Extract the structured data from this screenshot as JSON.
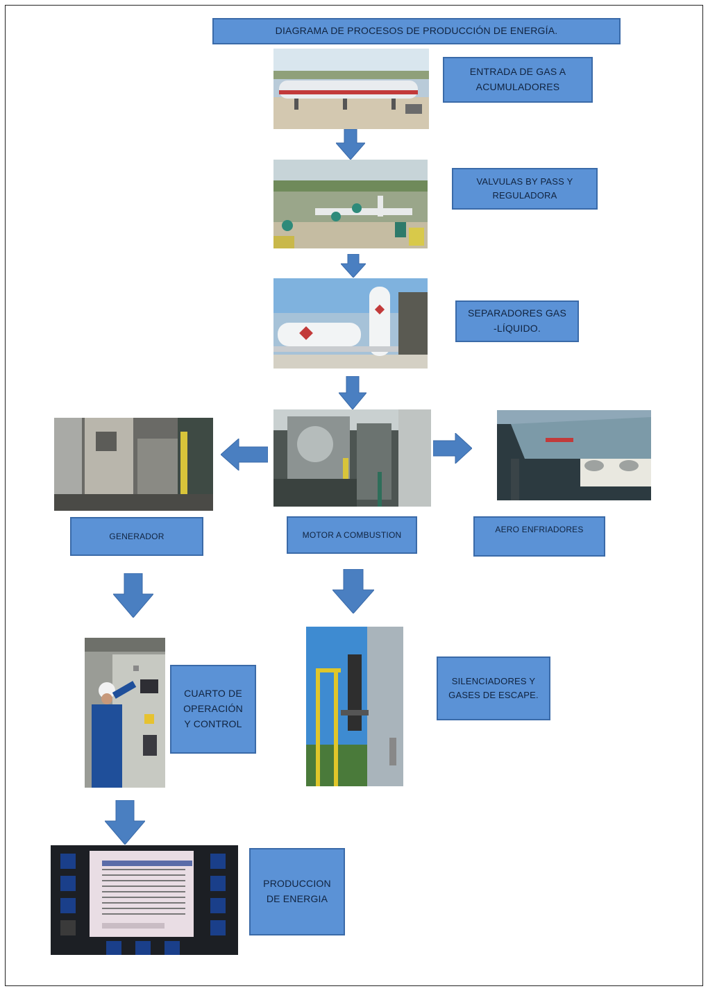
{
  "title": "DIAGRAMA DE PROCESOS DE PRODUCCIÓN  DE ENERGÍA.",
  "steps": {
    "entrada": [
      "ENTRADA  DE GAS A",
      "ACUMULADORES"
    ],
    "valvulas": [
      "VALVULAS BY PASS Y",
      "REGULADORA"
    ],
    "separadores": [
      "SEPARADORES GAS",
      "-LÍQUIDO."
    ],
    "motor": "MOTOR  A COMBUSTION",
    "generador": "GENERADOR",
    "aero": "AERO ENFRIADORES",
    "cuarto": [
      "CUARTO DE",
      "OPERACIÓN",
      "Y CONTROL"
    ],
    "silenciadores": [
      "SILENCIADORES  Y",
      "GASES DE ESCAPE."
    ],
    "produccion": [
      "PRODUCCION",
      "DE ENERGIA"
    ]
  },
  "photos": {
    "entrada": "gas-accumulator-photo",
    "valvulas": "bypass-valves-photo",
    "separadores": "gas-liquid-separator-photo",
    "motor": "combustion-engine-photo",
    "generador": "generator-photo",
    "aero": "air-cooler-photo",
    "cuarto": "control-room-photo",
    "silenciadores": "exhaust-silencer-photo",
    "produccion": "control-panel-display-photo"
  },
  "colors": {
    "box_fill": "#5b92d6",
    "box_border": "#3a6aa8",
    "arrow_fill": "#4a7fc1",
    "text": "#10233f"
  }
}
